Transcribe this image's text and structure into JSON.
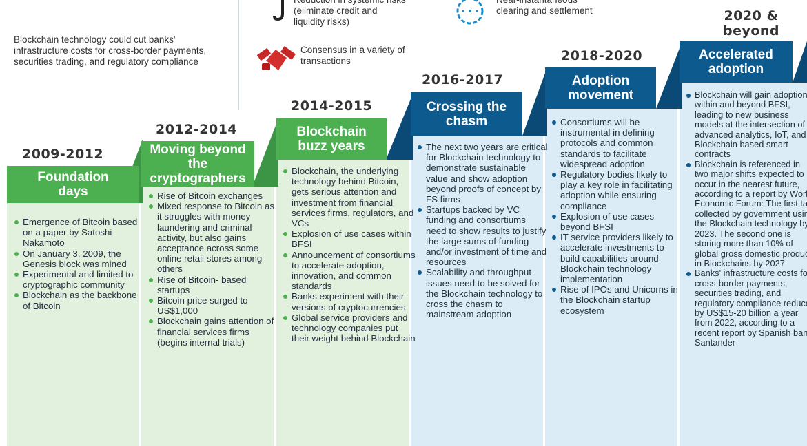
{
  "intro": "Blockchain technology could cut banks' infrastructure costs for cross-border payments, securities trading, and regulatory compliance",
  "benefits": [
    {
      "icon": "j-hook-icon",
      "text": "Reduction in systemic risks (eliminate credit and liquidity risks)"
    },
    {
      "icon": "clock-icon",
      "text": "Near-instantaneous clearing and settlement"
    },
    {
      "icon": "handshake-icon",
      "text": "Consensus in a variety of transactions"
    }
  ],
  "colors": {
    "green": "#4caf50",
    "green_dark": "#3c9445",
    "blue": "#0d5a8f",
    "blue_dark": "#0b4a76",
    "green_bg": "#e2f1de",
    "blue_bg": "#dcecf6"
  },
  "stages": [
    {
      "year": "2009-2012",
      "title": "Foundation days",
      "bullets": [
        "Emergence of Bitcoin based on a paper by Satoshi Nakamoto",
        "On January 3, 2009, the Genesis block was mined",
        "Experimental and limited to cryptographic community",
        "Blockchain as the backbone of Bitcoin"
      ]
    },
    {
      "year": "2012-2014",
      "title": "Moving beyond the cryptographers",
      "bullets": [
        "Rise of Bitcoin exchanges",
        "Mixed response to Bitcoin as it struggles with money laundering and criminal activity, but also gains acceptance across some online retail stores among others",
        "Rise of Bitcoin- based startups",
        "Bitcoin price surged to US$1,000",
        "Blockchain gains attention of financial services firms (begins internal trials)"
      ]
    },
    {
      "year": "2014-2015",
      "title": "Blockchain buzz years",
      "bullets": [
        "Blockchain, the underlying technology behind Bitcoin, gets serious attention and investment from financial services firms, regulators, and VCs",
        "Explosion of use cases within BFSI",
        "Announcement of consortiums to accelerate adoption, innovation, and common standards",
        "Banks experiment with their versions of cryptocurrencies",
        "Global service providers and technology companies put their weight behind Blockchain"
      ]
    },
    {
      "year": "2016-2017",
      "title": "Crossing the chasm",
      "bullets": [
        "The next two years are critical for Blockchain technology to demonstrate sustainable value and show adoption beyond proofs of concept by FS firms",
        "Startups backed by VC funding and consortiums need to show results to justify the large sums of funding and/or investment of time and resources",
        "Scalability and throughput issues need to be solved for the Blockchain technology to cross the chasm to mainstream adoption"
      ]
    },
    {
      "year": "2018-2020",
      "title": "Adoption movement",
      "bullets": [
        "Consortiums will be instrumental  in defining protocols and common standards to facilitate widespread adoption",
        "Regulatory bodies likely to play a key role in facilitating adoption while ensuring compliance",
        "Explosion of use cases beyond BFSI",
        "IT service providers likely to accelerate investments to build capabilities around Blockchain technology implementation",
        "Rise of IPOs and Unicorns in the Blockchain startup ecosystem"
      ]
    },
    {
      "year": "2020 & beyond",
      "title": "Accelerated adoption",
      "bullets": [
        "Blockchain will gain adoption within and beyond BFSI, leading to new business models at the intersection of advanced analytics, IoT, and Blockchain based smart contracts",
        "Blockchain is referenced in two major shifts expected to occur in the nearest future, according to a report by World Economic Forum: The first tax collected by government using the Blockchain technology by 2023. The second one is storing more than 10% of global gross domestic product in Blockchains by 2027",
        "Banks' infrastructure costs for cross-border payments, securities trading, and regulatory compliance reduced by US$15-20 billion a year from 2022, according to a recent report by Spanish bank Santander"
      ]
    }
  ]
}
